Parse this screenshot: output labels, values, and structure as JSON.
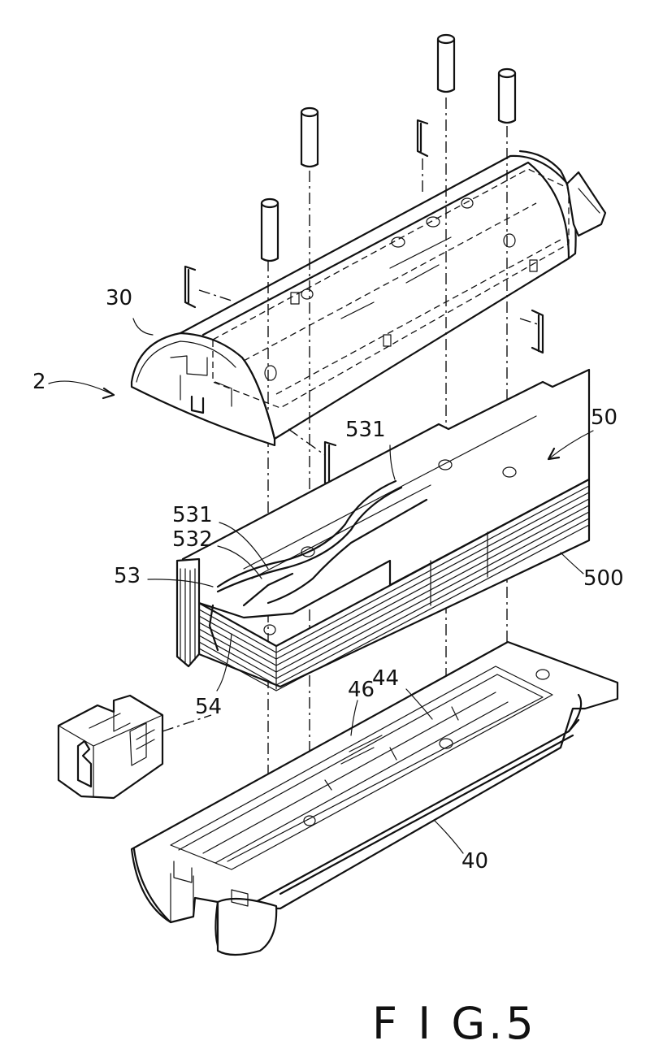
{
  "figure": {
    "caption": "F I G.5",
    "labels": {
      "assembly": "2",
      "upper_housing": "30",
      "core_stack": "50",
      "stack_laminations": "500",
      "wire_a": "531",
      "wire_b": "531",
      "wire_c": "532",
      "wire_bundle": "53",
      "terminal": "54",
      "groove": "46",
      "hole": "44",
      "lower_housing": "40"
    }
  }
}
